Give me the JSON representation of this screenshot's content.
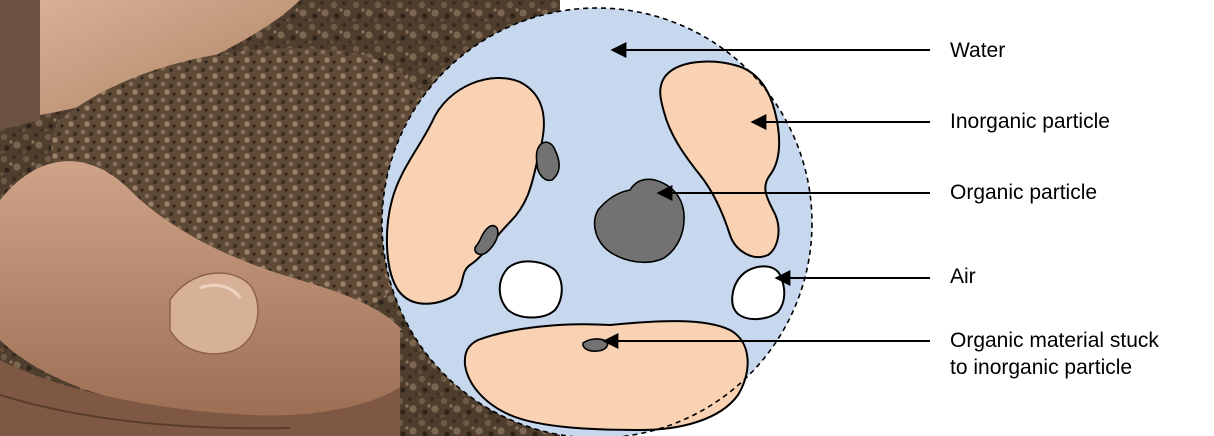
{
  "labels": {
    "water": "Water",
    "inorganic_particle": "Inorganic particle",
    "organic_particle": "Organic particle",
    "air": "Air",
    "organic_material_line1": "Organic material stuck",
    "organic_material_line2": "to inorganic particle"
  },
  "colors": {
    "water": "#c6d7ee",
    "inorganic": "#f9d2b3",
    "organic": "#727272",
    "air": "#ffffff",
    "soil": "#5b4836",
    "skin": "#c49a7d"
  }
}
